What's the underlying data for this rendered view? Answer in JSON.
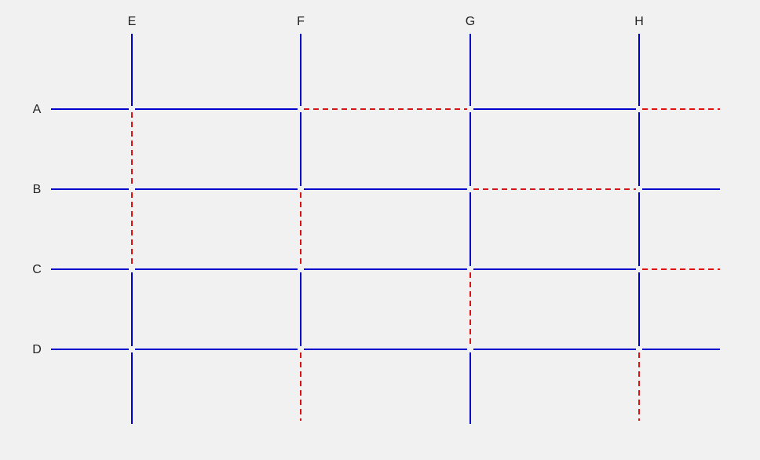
{
  "colors": {
    "solid": "#0000cc",
    "dashed": "#dd1111",
    "background": "#f1f1f1",
    "label": "#222222"
  },
  "columns": [
    {
      "label": "E",
      "segments": [
        "solid",
        "dashed",
        "dashed",
        "solid",
        "solid"
      ]
    },
    {
      "label": "F",
      "segments": [
        "solid",
        "solid",
        "dashed",
        "solid",
        "dashed"
      ]
    },
    {
      "label": "G",
      "segments": [
        "solid",
        "solid",
        "solid",
        "dashed",
        "solid"
      ]
    },
    {
      "label": "H",
      "segments": [
        "solid",
        "solid",
        "solid",
        "solid",
        "dashed"
      ]
    }
  ],
  "rows": [
    {
      "label": "A",
      "segments": [
        "solid",
        "solid",
        "dashed",
        "solid",
        "dashed"
      ]
    },
    {
      "label": "B",
      "segments": [
        "solid",
        "solid",
        "solid",
        "dashed",
        "solid"
      ]
    },
    {
      "label": "C",
      "segments": [
        "solid",
        "solid",
        "solid",
        "solid",
        "dashed"
      ]
    },
    {
      "label": "D",
      "segments": [
        "solid",
        "solid",
        "solid",
        "solid",
        "solid"
      ]
    }
  ]
}
